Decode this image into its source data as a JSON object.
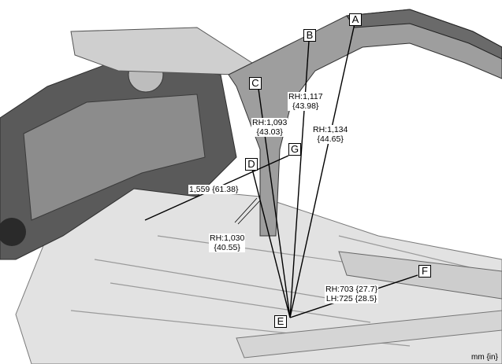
{
  "points": {
    "A": "A",
    "B": "B",
    "C": "C",
    "D": "D",
    "E": "E",
    "F": "F",
    "G": "G"
  },
  "measurements": {
    "b_to_e": {
      "line1": "RH:1,117",
      "line2": "{43.98}"
    },
    "a_to_e": {
      "line1": "RH:1,134",
      "line2": "{44.65}"
    },
    "c_to_e": {
      "line1": "RH:1,093",
      "line2": "{43.03}"
    },
    "g_to_cross": {
      "line1": "1,559 {61.38}"
    },
    "d_to_e": {
      "line1": "RH:1,030",
      "line2": "{40.55}"
    },
    "f_to_e": {
      "line1": "RH:703 {27.7}",
      "line2": "LH:725 {28.5}"
    }
  },
  "unit_label": "mm {in}",
  "colors": {
    "line": "#000000",
    "body_light": "#d8d8d8",
    "body_dark": "#4a4a4a",
    "background": "#ffffff"
  }
}
